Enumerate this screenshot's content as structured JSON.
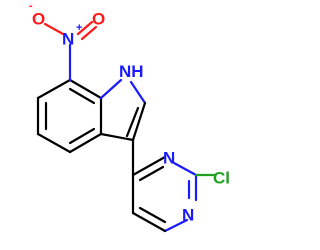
{
  "atoms": {
    "nitro_n": {
      "symbol": "N",
      "charge": "+",
      "color": "#1a1aff"
    },
    "oxygen_left": {
      "symbol": "O",
      "charge": "-",
      "color": "#ff1a1a"
    },
    "oxygen_right": {
      "symbol": "O",
      "color": "#ff1a1a"
    },
    "indole_nh": {
      "symbol": "H",
      "prefix": "N",
      "color": "#1a1aff"
    },
    "pyrimidine_n_top": {
      "symbol": "N",
      "color": "#1a1aff"
    },
    "pyrimidine_n_bottom": {
      "symbol": "N",
      "color": "#1a1aff"
    },
    "chlorine": {
      "symbol": "Cl",
      "color": "#1fa01f"
    }
  }
}
